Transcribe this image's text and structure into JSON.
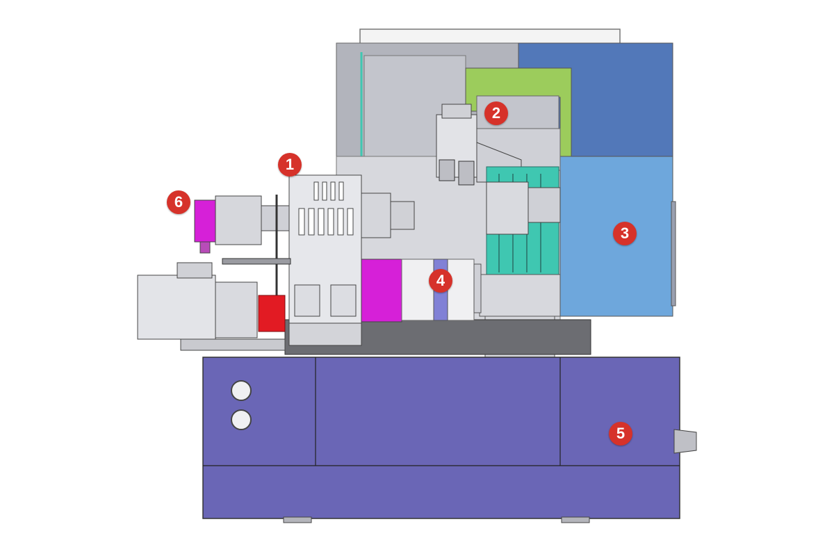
{
  "colors": {
    "callout": "#d6322a",
    "base": "#6a66b6",
    "enclosure_front": "#6ea7dc",
    "enclosure_back": "#5278b9",
    "turret_frame": "#9ccc5c",
    "tool_holder": "#3fc7b1",
    "chuck": "#d620d8",
    "pulley": "#e21b23",
    "steel": "#c8c9d0"
  },
  "callouts": [
    {
      "label": "1"
    },
    {
      "label": "2"
    },
    {
      "label": "3"
    },
    {
      "label": "4"
    },
    {
      "label": "5"
    },
    {
      "label": "6"
    }
  ]
}
